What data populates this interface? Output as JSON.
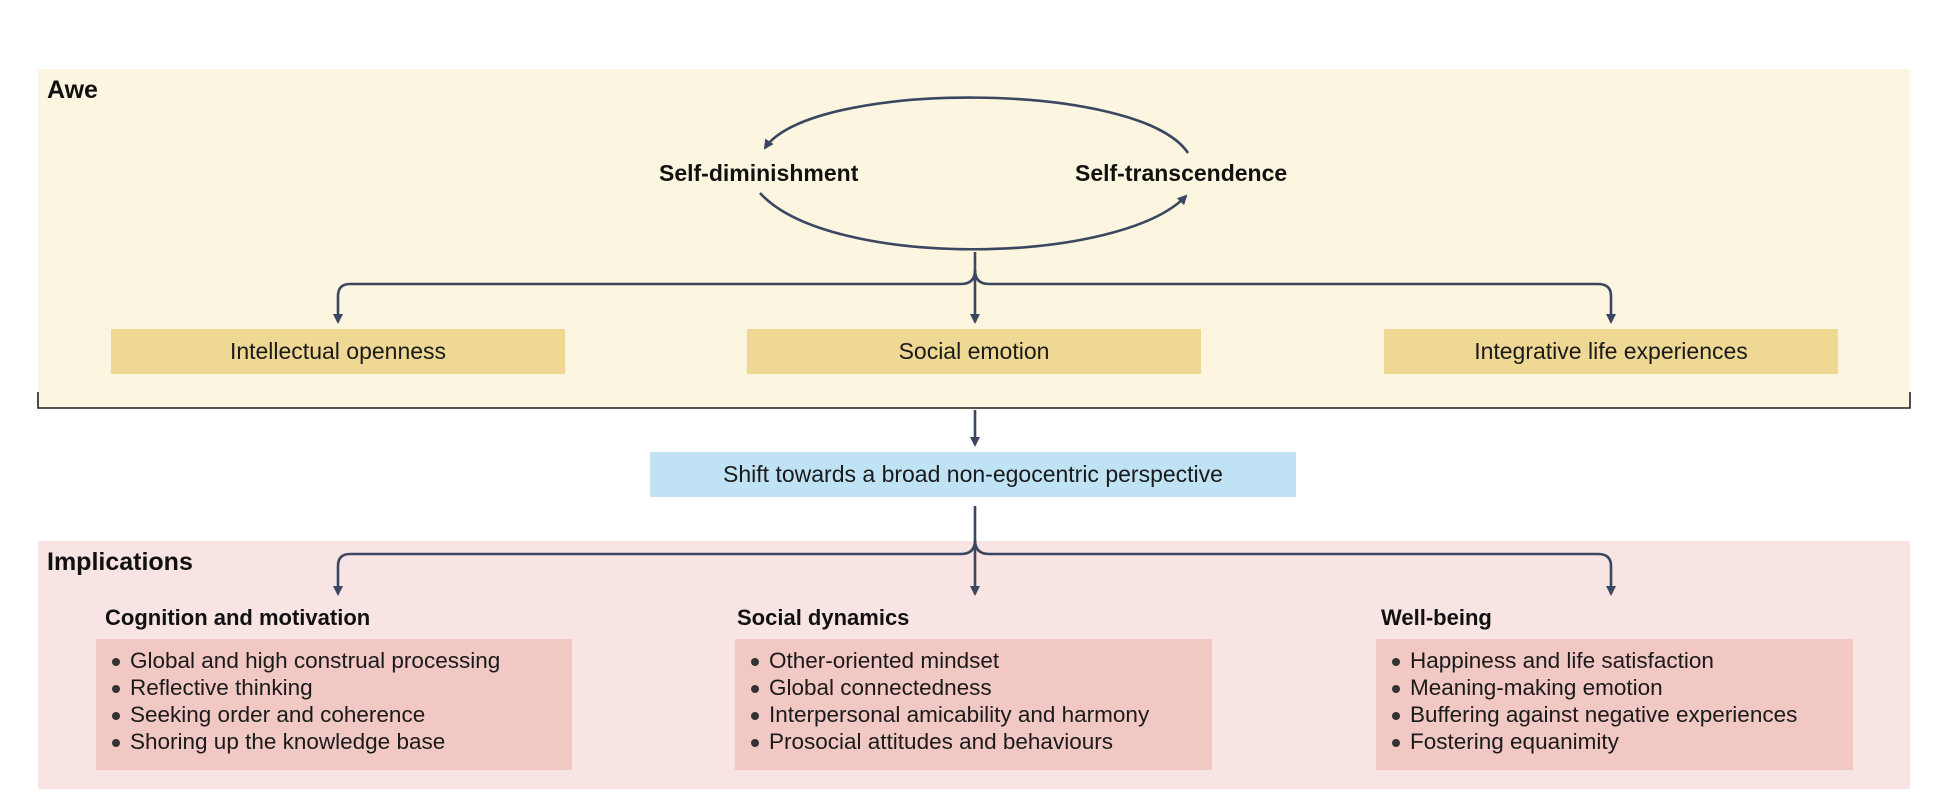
{
  "awe": {
    "title": "Awe",
    "cycle": {
      "left_label": "Self-diminishment",
      "right_label": "Self-transcendence"
    },
    "outcomes": [
      "Intellectual openness",
      "Social emotion",
      "Integrative life experiences"
    ]
  },
  "shift": {
    "label": "Shift towards a broad non-egocentric perspective"
  },
  "implications": {
    "title": "Implications",
    "columns": [
      {
        "heading": "Cognition and motivation",
        "items": [
          "Global and high construal processing",
          "Reflective thinking",
          "Seeking order and coherence",
          "Shoring up the knowledge base"
        ]
      },
      {
        "heading": "Social dynamics",
        "items": [
          "Other-oriented mindset",
          "Global connectedness",
          "Interpersonal amicability and harmony",
          "Prosocial attitudes and behaviours"
        ]
      },
      {
        "heading": "Well-being",
        "items": [
          "Happiness and life satisfaction",
          "Meaning-making emotion",
          "Buffering against negative experiences",
          "Fostering equanimity"
        ]
      }
    ]
  },
  "colors": {
    "awe_background": "#fcf5df",
    "outcome_box": "#efd794",
    "shift_box": "#bfe2f5",
    "implications_background": "#f8e4e2",
    "list_box": "#f1c8c3",
    "connector": "#3b4660"
  }
}
